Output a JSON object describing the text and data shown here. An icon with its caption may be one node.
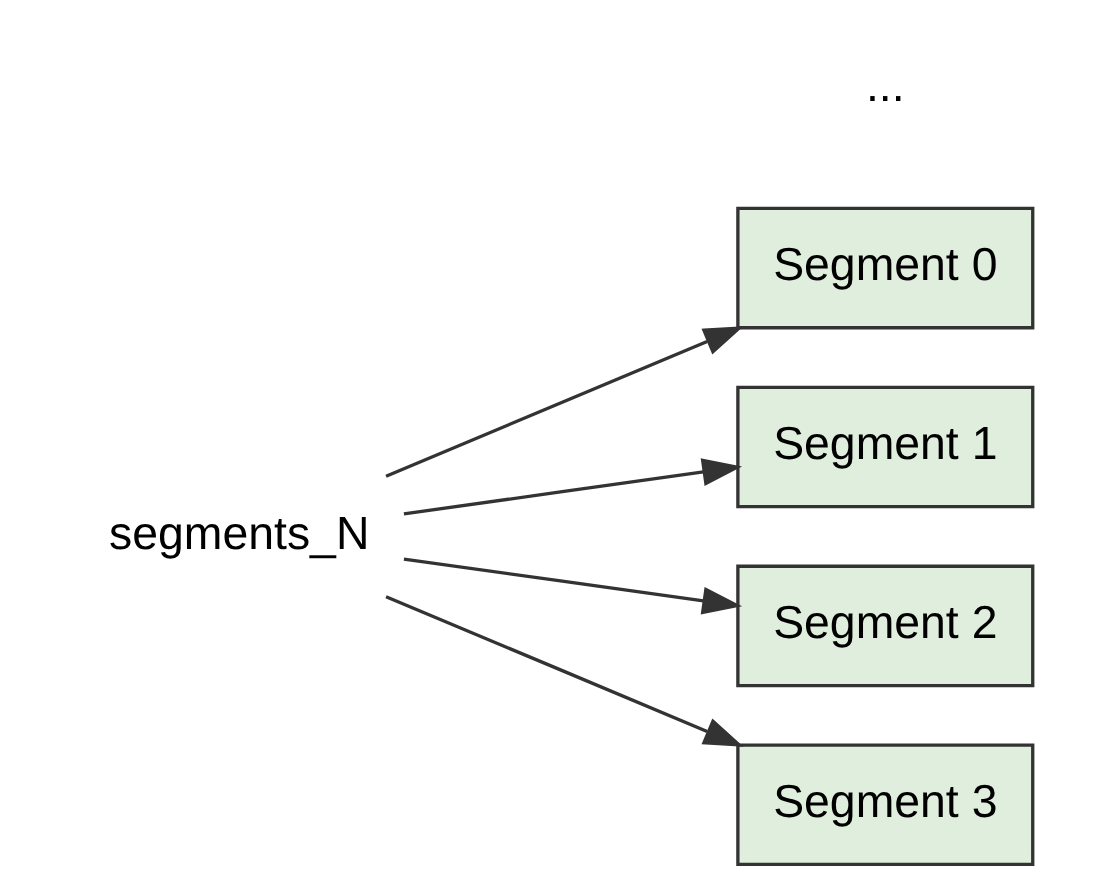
{
  "diagram": {
    "nodes": [
      {
        "text": [
          "segments_N"
        ]
      },
      {
        "text": [
          "Segment 0"
        ]
      },
      {
        "text": [
          "Segment 1"
        ]
      },
      {
        "text": [
          "Segment 2"
        ]
      },
      {
        "text": [
          "Segment 3"
        ]
      }
    ],
    "edges": [
      {
        "from": 0,
        "to": 1,
        "arrow": "to"
      },
      {
        "from": 0,
        "to": 2,
        "arrow": "to"
      },
      {
        "from": 0,
        "to": 3,
        "arrow": "to"
      },
      {
        "from": 0,
        "to": 4,
        "arrow": "to"
      }
    ],
    "labels": [
      "..."
    ]
  }
}
